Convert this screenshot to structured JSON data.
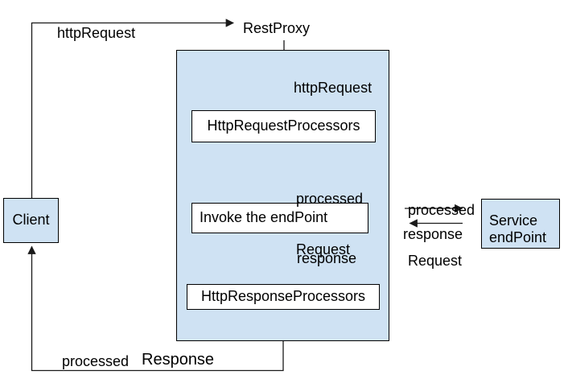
{
  "diagram": {
    "nodes": {
      "client": {
        "label": "Client"
      },
      "rest_proxy": {
        "label": "RestProxy"
      },
      "http_request_processors": {
        "label": "HttpRequestProcessors"
      },
      "invoke_endpoint": {
        "label": "Invoke the endPoint"
      },
      "http_response_processors": {
        "label": "HttpResponseProcessors"
      },
      "service_endpoint": {
        "label_line1": "Service",
        "label_line2": "endPoint"
      }
    },
    "edge_labels": {
      "client_to_restproxy": "httpRequest",
      "restproxy_to_request_processors": "httpRequest",
      "request_processors_to_invoke_line1": "processed",
      "request_processors_to_invoke_line2": "Request",
      "invoke_to_response_processors": "response",
      "proxy_to_service_line1": "processed",
      "proxy_to_service_line2": "Request",
      "service_to_proxy": "response",
      "response_to_client_word1": "processed",
      "response_to_client_word2": "Response"
    },
    "colors": {
      "background": "#ffffff",
      "node_fill": "#cfe2f3",
      "node_border": "#000000",
      "process_fill": "#ffffff",
      "line": "#1a1a1a"
    }
  }
}
